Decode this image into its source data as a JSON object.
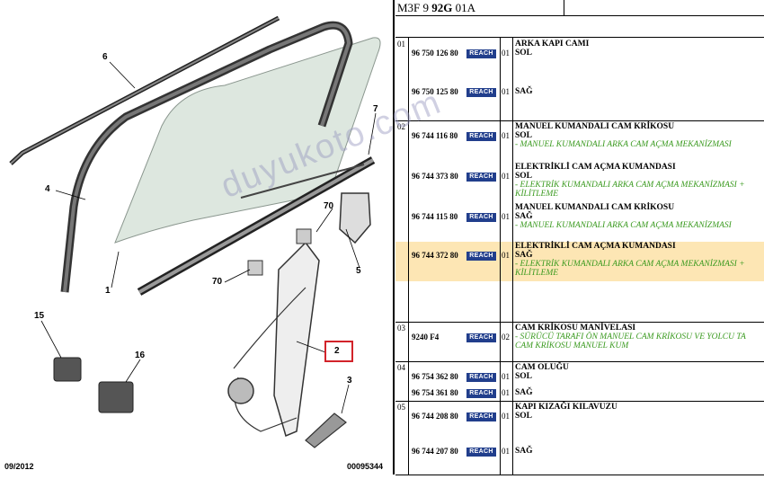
{
  "header": {
    "ref_a": "M3F 9 ",
    "ref_b": "92G",
    "ref_c": " 01A"
  },
  "diagram": {
    "date": "09/2012",
    "code": "00095344",
    "callouts": [
      "6",
      "7",
      "4",
      "70",
      "1",
      "5",
      "70",
      "15",
      "16",
      "2",
      "3"
    ]
  },
  "reach_label": "REACH",
  "watermark": "duyukoto.com",
  "groups": [
    {
      "num": "01",
      "rows": [
        {
          "part": "96 750 126 80",
          "qty": "01",
          "title": "ARKA KAPI CAMI",
          "side": "SOL",
          "note": ""
        },
        {
          "part": "96 750 125 80",
          "qty": "01",
          "title": "",
          "side": "SAĞ",
          "note": ""
        }
      ]
    },
    {
      "num": "02",
      "rows": [
        {
          "part": "96 744 116 80",
          "qty": "01",
          "title": "MANUEL KUMANDALI CAM KRİKOSU",
          "side": "SOL",
          "note": "- MANUEL KUMANDALI ARKA CAM AÇMA MEKANİZMASI"
        },
        {
          "part": "96 744 373 80",
          "qty": "01",
          "title": "ELEKTRİKLİ CAM AÇMA KUMANDASI",
          "side": "SOL",
          "note": "- ELEKTRİK KUMANDALI ARKA CAM AÇMA MEKANİZMASI + KİLİTLEME"
        },
        {
          "part": "96 744 115 80",
          "qty": "01",
          "title": "MANUEL KUMANDALI CAM KRİKOSU",
          "side": "SAĞ",
          "note": "- MANUEL KUMANDALI ARKA CAM AÇMA MEKANİZMASI"
        },
        {
          "part": "96 744 372 80",
          "qty": "01",
          "title": "ELEKTRİKLİ CAM AÇMA KUMANDASI",
          "side": "SAĞ",
          "note": "- ELEKTRİK KUMANDALI ARKA CAM AÇMA MEKANİZMASI + KİLİTLEME",
          "highlight": true
        }
      ]
    },
    {
      "num": "03",
      "rows": [
        {
          "part": "9240 F4",
          "qty": "02",
          "title": "CAM KRİKOSU MANİVELASI",
          "side": "",
          "note": "- SÜRÜCÜ TARAFI ÖN MANUEL CAM KRİKOSU VE YOLCU TA CAM KRİKOSU MANUEL KUM"
        }
      ]
    },
    {
      "num": "04",
      "rows": [
        {
          "part": "96 754 362 80",
          "qty": "01",
          "title": "CAM OLUĞU",
          "side": "SOL",
          "note": ""
        },
        {
          "part": "96 754 361 80",
          "qty": "01",
          "title": "",
          "side": "SAĞ",
          "note": ""
        }
      ]
    },
    {
      "num": "05",
      "rows": [
        {
          "part": "96 744 208 80",
          "qty": "01",
          "title": "KAPI KIZAĞI KILAVUZU",
          "side": "SOL",
          "note": ""
        },
        {
          "part": "96 744 207 80",
          "qty": "01",
          "title": "",
          "side": "SAĞ",
          "note": ""
        }
      ]
    }
  ]
}
